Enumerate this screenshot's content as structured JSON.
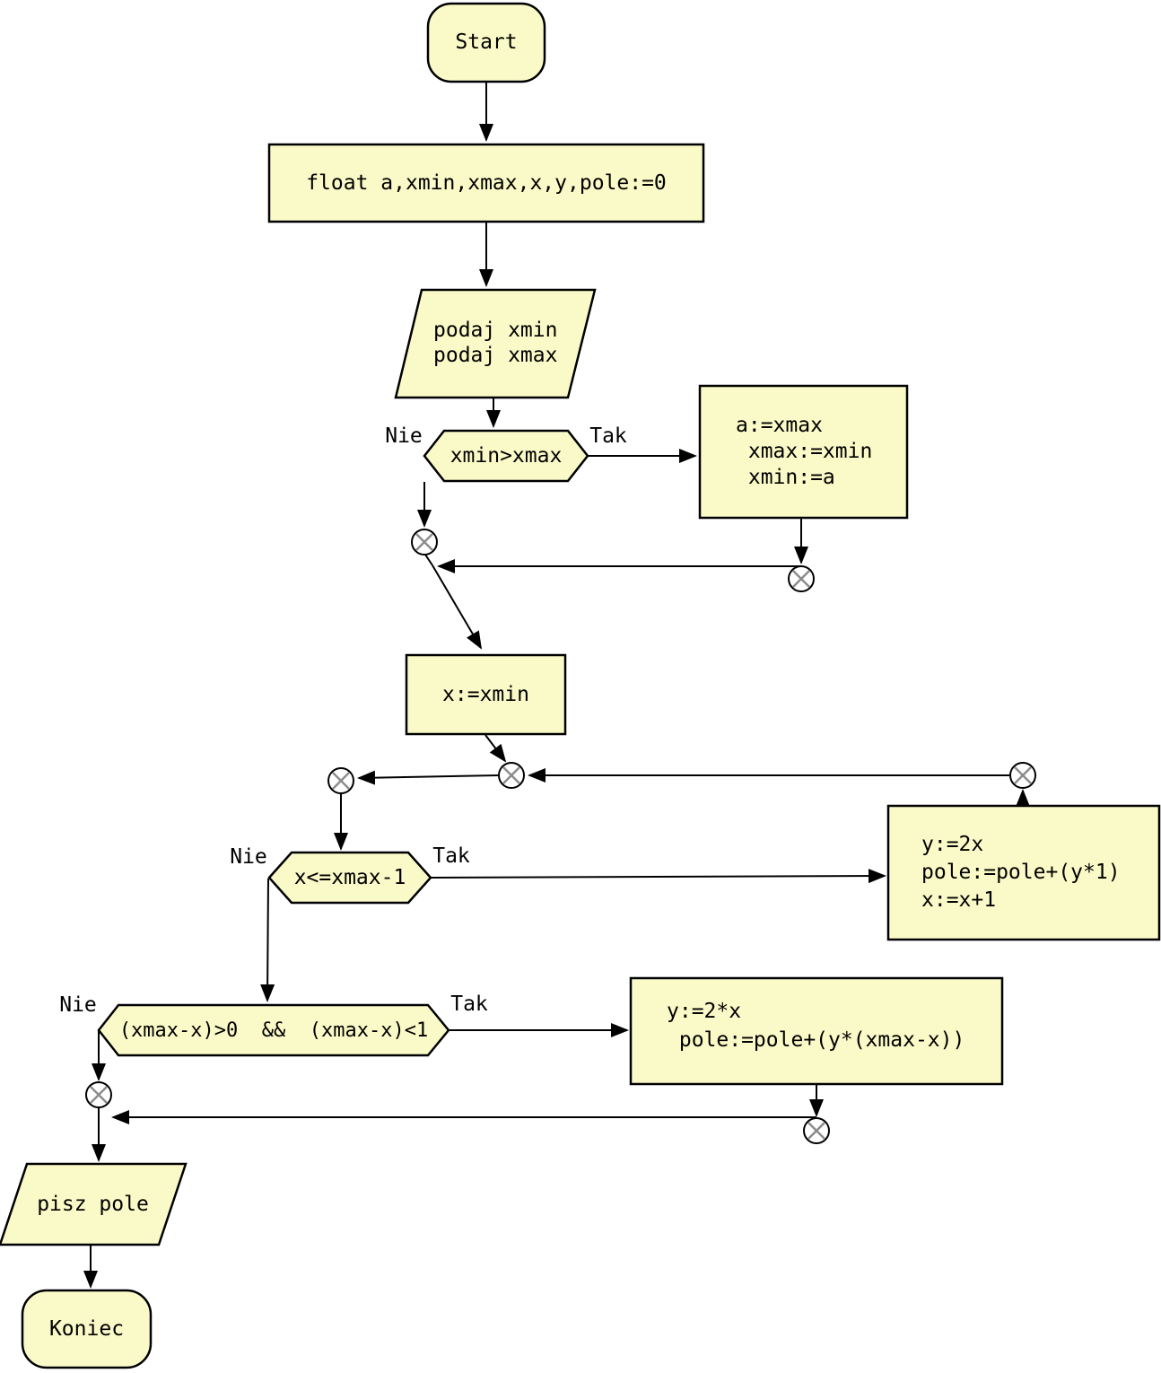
{
  "diagram_title": "flowchart",
  "colors": {
    "node_fill": "#FAFAC8",
    "node_border": "#000000",
    "line": "#000000",
    "cross": "#8C8C8C",
    "bg": "#FFFFFF"
  },
  "nodes": {
    "start": {
      "type": "terminator",
      "label": "Start"
    },
    "declare": {
      "type": "process",
      "label": "float a,xmin,xmax,x,y,pole:=0"
    },
    "input": {
      "type": "data",
      "label": "podaj xmin\npodaj xmax"
    },
    "decision1": {
      "type": "decision",
      "label": "xmin>xmax",
      "no": "Nie",
      "yes": "Tak"
    },
    "swap": {
      "type": "process",
      "label": "a:=xmax\n xmax:=xmin\n xmin:=a"
    },
    "initx": {
      "type": "process",
      "label": "x:=xmin"
    },
    "decision2": {
      "type": "decision",
      "label": "x<=xmax-1",
      "no": "Nie",
      "yes": "Tak"
    },
    "loopbody": {
      "type": "process",
      "label": "y:=2x\npole:=pole+(y*1)\nx:=x+1"
    },
    "decision3": {
      "type": "decision",
      "label": "(xmax-x)>0  &&  (xmax-x)<1",
      "no": "Nie",
      "yes": "Tak"
    },
    "fracbody": {
      "type": "process",
      "label": "y:=2*x\n pole:=pole+(y*(xmax-x))"
    },
    "output": {
      "type": "data",
      "label": "pisz pole"
    },
    "end": {
      "type": "terminator",
      "label": "Koniec"
    }
  }
}
